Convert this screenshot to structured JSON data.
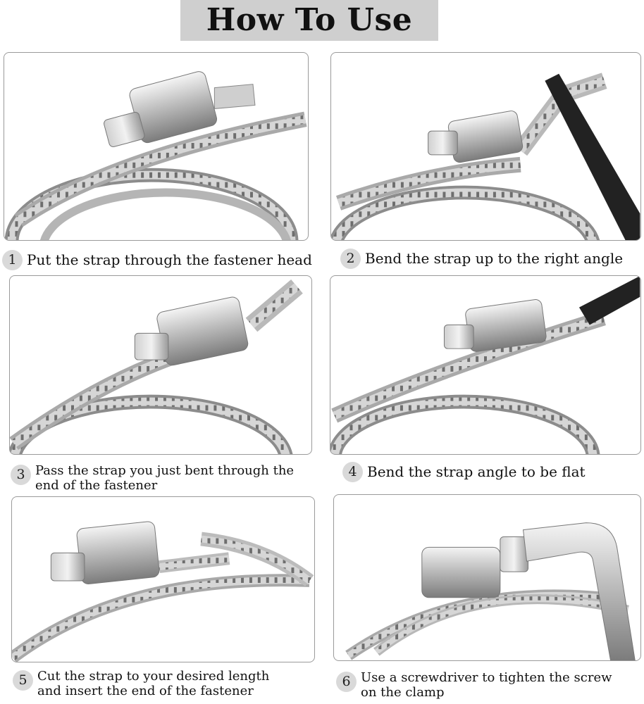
{
  "header": {
    "title": "How To Use"
  },
  "steps": [
    {
      "number": "1",
      "text": "Put the strap through the fastener head"
    },
    {
      "number": "2",
      "text": "Bend the strap up to the right angle"
    },
    {
      "number": "3",
      "text": "Pass the strap you just bent through the end of the fastener",
      "line1": "Pass the strap you just bent through the",
      "line2": "end of the fastener"
    },
    {
      "number": "4",
      "text": "Bend the strap angle to be flat"
    },
    {
      "number": "5",
      "text": "Cut the strap to your desired length and insert the end of the fastener",
      "line1": "Cut the strap to your desired length",
      "line2": "and insert the end of the fastener"
    },
    {
      "number": "6",
      "text": "Use a screwdriver to tighten the screw on the clamp",
      "line1": "Use a screwdriver to tighten the screw",
      "line2": "on the clamp"
    }
  ]
}
